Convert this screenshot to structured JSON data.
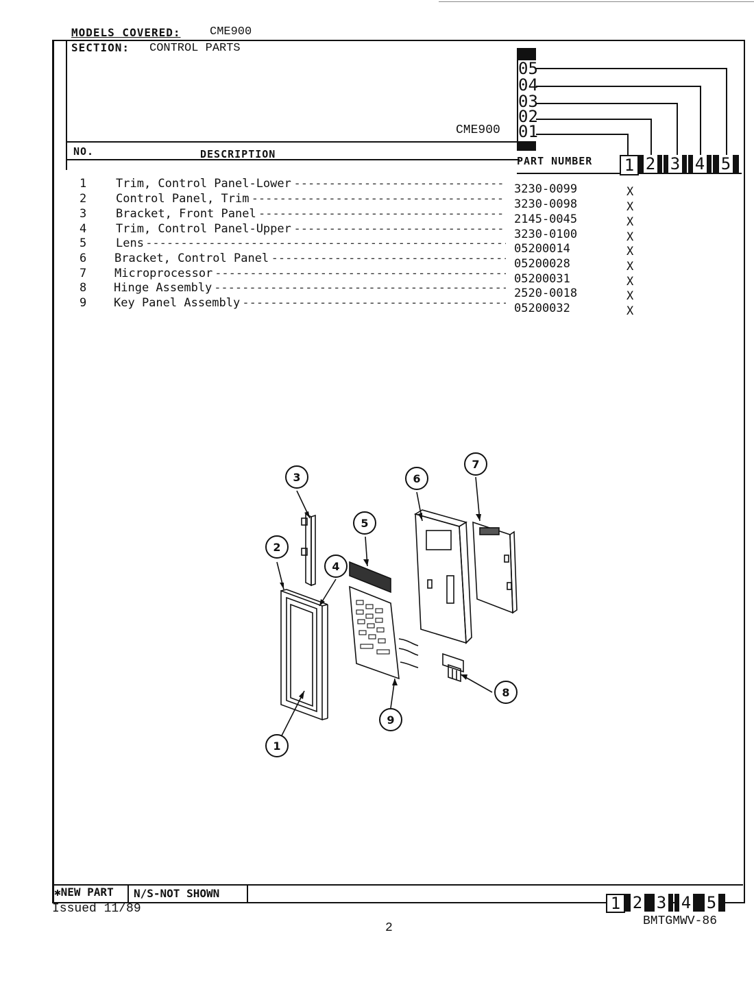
{
  "header": {
    "models_label": "MODELS COVERED:",
    "models_value": "CME900",
    "section_label": "SECTION:",
    "section_value": "CONTROL PARTS",
    "model_name": "CME900",
    "model_codes": [
      "05",
      "04",
      "03",
      "02",
      "01"
    ]
  },
  "columns": {
    "no": "NO.",
    "description": "DESCRIPTION",
    "part_number": "PART NUMBER",
    "model_columns": [
      "1",
      "2",
      "3",
      "4",
      "5"
    ]
  },
  "parts": [
    {
      "no": "1",
      "description": "Trim, Control Panel-Lower",
      "part_number": "3230-0099",
      "mark": "X"
    },
    {
      "no": "2",
      "description": "Control Panel, Trim",
      "part_number": "3230-0098",
      "mark": "X"
    },
    {
      "no": "3",
      "description": "Bracket, Front Panel",
      "part_number": "2145-0045",
      "mark": "X"
    },
    {
      "no": "4",
      "description": "Trim, Control Panel-Upper",
      "part_number": "3230-0100",
      "mark": "X"
    },
    {
      "no": "5",
      "description": "Lens",
      "part_number": "05200014",
      "mark": "X"
    },
    {
      "no": "6",
      "description": "Bracket, Control Panel",
      "part_number": "05200028",
      "mark": "X"
    },
    {
      "no": "7",
      "description": "Microprocessor",
      "part_number": "05200031",
      "mark": "X"
    },
    {
      "no": "8",
      "description": "Hinge Assembly",
      "part_number": "2520-0018",
      "mark": "X"
    },
    {
      "no": "9",
      "description": "Key Panel Assembly",
      "part_number": "05200032",
      "mark": "X"
    }
  ],
  "diagram": {
    "callouts": [
      "1",
      "2",
      "3",
      "4",
      "5",
      "6",
      "7",
      "8",
      "9"
    ]
  },
  "footer": {
    "new_part": "✱NEW PART",
    "not_shown": "N/S-NOT SHOWN",
    "issued": "Issued 11/89",
    "page_number": "2",
    "doc_code": "BMTGMWV-86",
    "model_columns": [
      "1",
      "2",
      "3",
      "4",
      "5"
    ]
  }
}
